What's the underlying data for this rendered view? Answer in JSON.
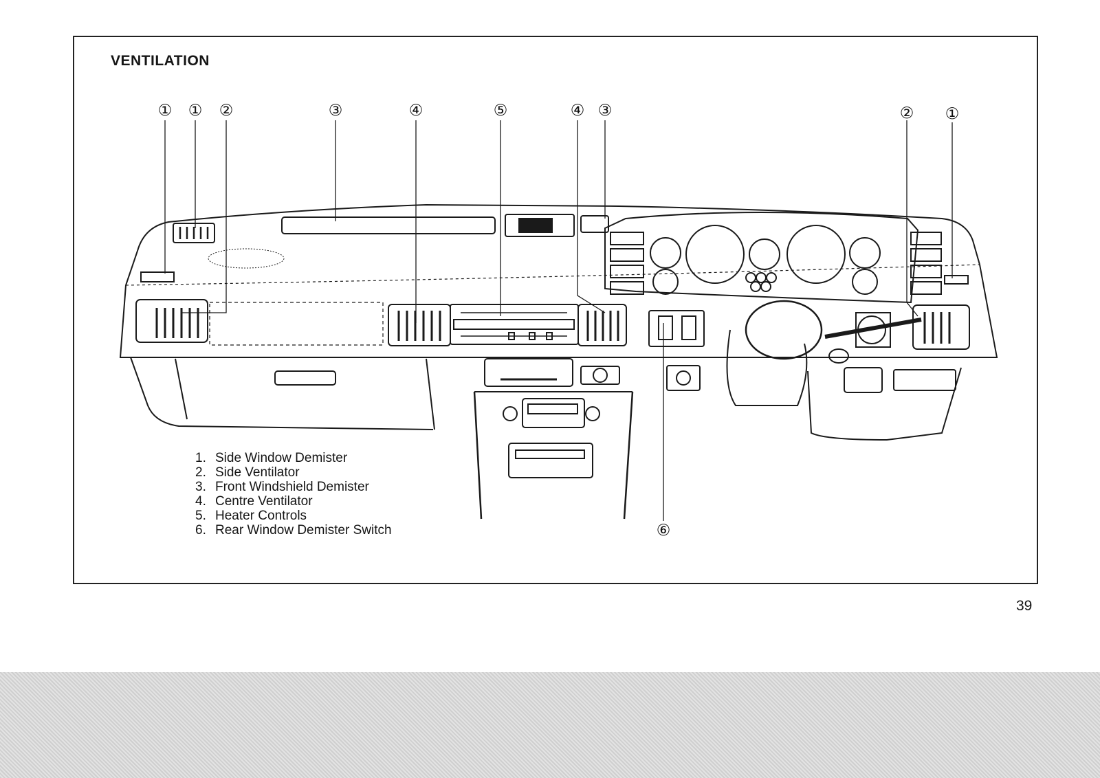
{
  "page": {
    "title": "VENTILATION",
    "page_number": "39"
  },
  "callouts": {
    "c1a": "①",
    "c1b": "①",
    "c2a": "②",
    "c3a": "③",
    "c4a": "④",
    "c5": "⑤",
    "c4b": "④",
    "c3b": "③",
    "c2b": "②",
    "c1c": "①",
    "c6": "⑥"
  },
  "legend": [
    {
      "num": "1.",
      "label": "Side Window Demister"
    },
    {
      "num": "2.",
      "label": "Side Ventilator"
    },
    {
      "num": "3.",
      "label": "Front Windshield Demister"
    },
    {
      "num": "4.",
      "label": "Centre Ventilator"
    },
    {
      "num": "5.",
      "label": "Heater Controls"
    },
    {
      "num": "6.",
      "label": "Rear Window Demister Switch"
    }
  ]
}
